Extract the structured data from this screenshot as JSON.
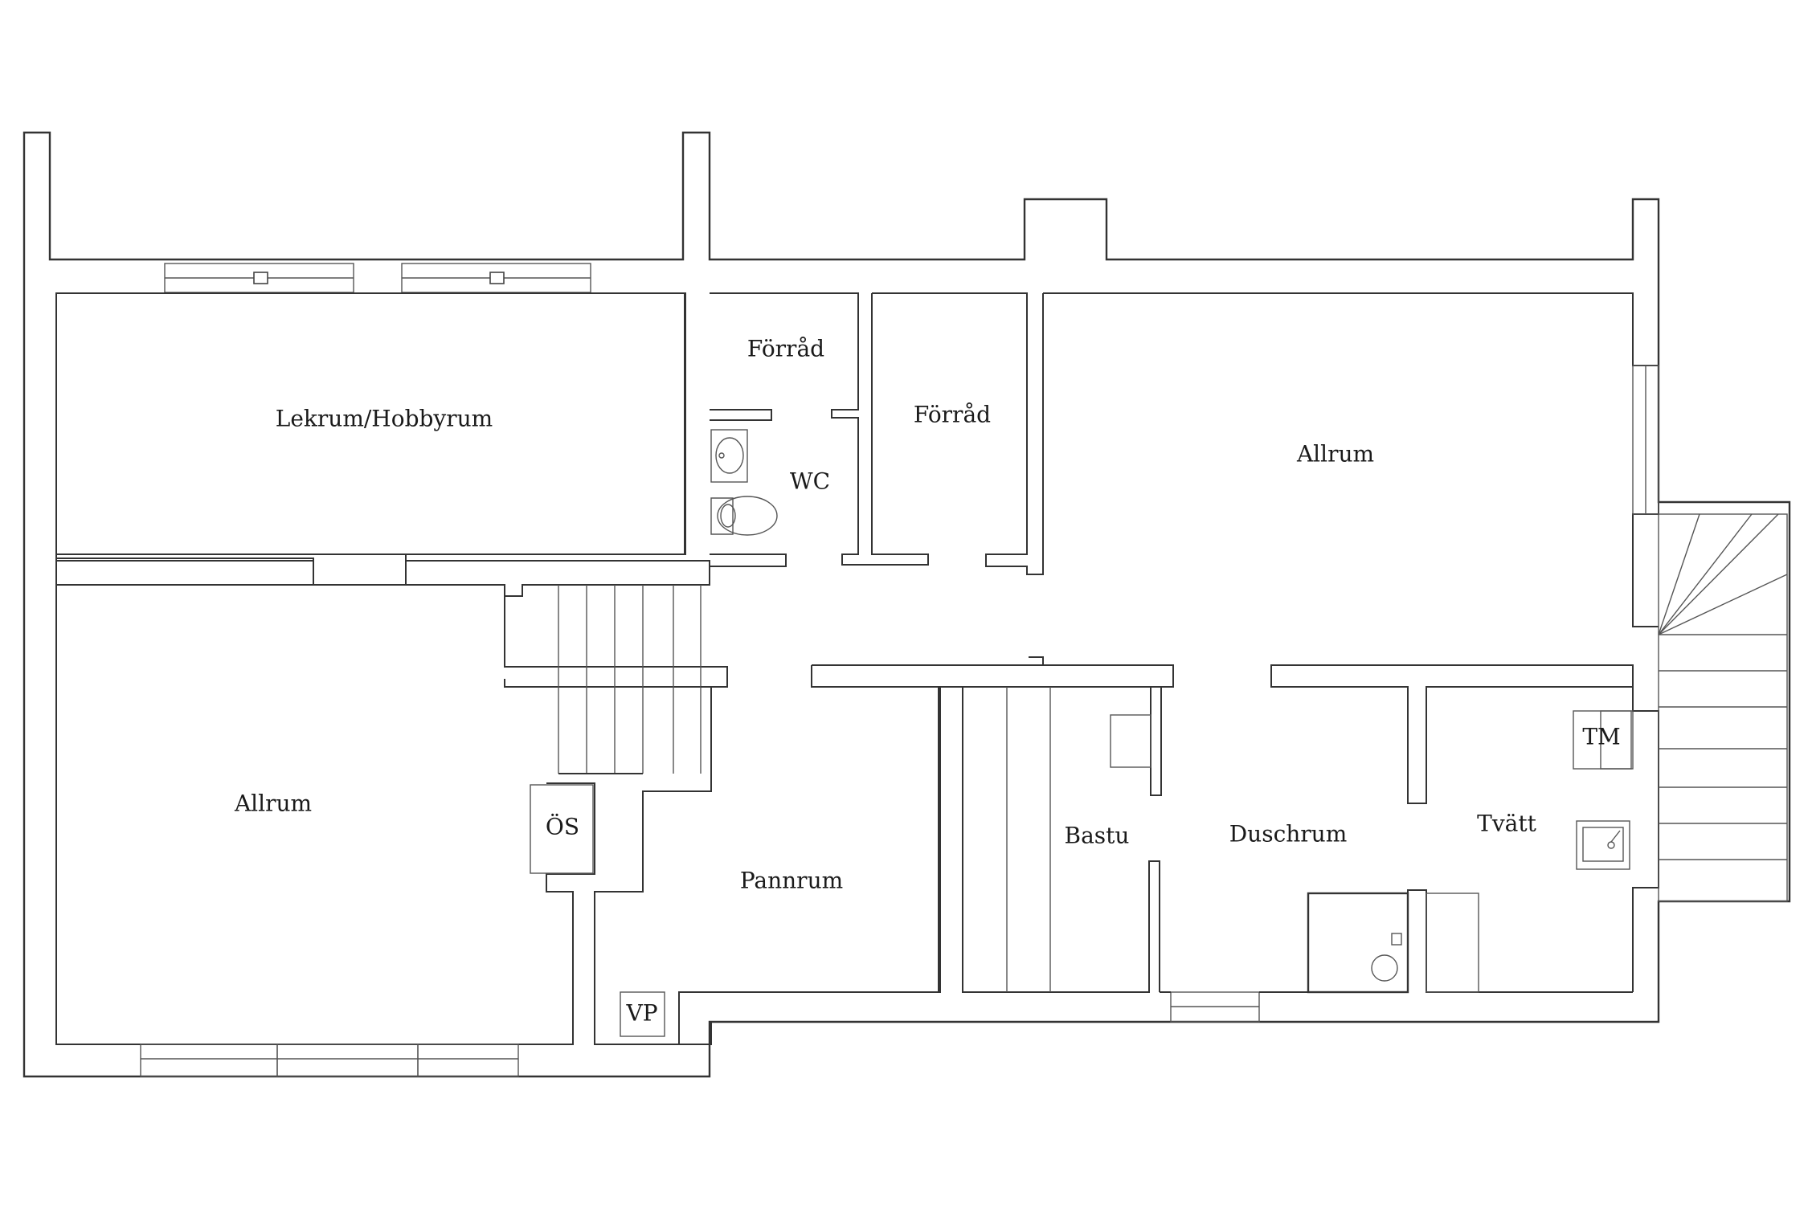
{
  "rooms": {
    "lekrum": "Lekrum/Hobbyrum",
    "forrad_1": "Förråd",
    "forrad_2": "Förråd",
    "wc": "WC",
    "allrum_ne": "Allrum",
    "allrum_sw": "Allrum",
    "os": "ÖS",
    "pannrum": "Pannrum",
    "vp": "VP",
    "bastu": "Bastu",
    "duschrum": "Duschrum",
    "tvatt": "Tvätt",
    "tm": "TM"
  },
  "colors": {
    "walls": "#333333",
    "background": "#ffffff",
    "text": "#1a1a1a"
  }
}
